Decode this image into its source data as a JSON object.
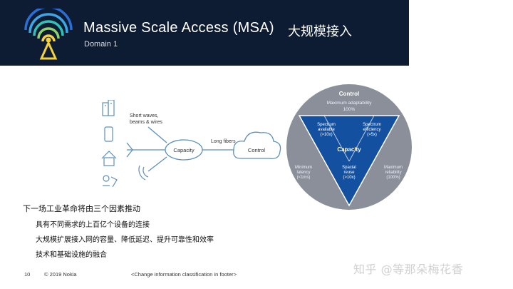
{
  "header": {
    "title": "Massive Scale Access (MSA)",
    "subtitle": "Domain 1",
    "cn_title": "大规模接入"
  },
  "left_diagram": {
    "short_waves": "Short waves,",
    "beams_wires": "beams & wires",
    "long_fibers": "Long fibers",
    "capacity": "Capacity",
    "control": "Control",
    "icons": [
      "buildings-icon",
      "phone-icon",
      "house-icon",
      "devices-icon",
      "wireless-waves-icon"
    ]
  },
  "right_diagram": {
    "control": "Control",
    "max_adapt": "Maximum adaptability",
    "max_adapt_val": "100%",
    "spectrum_avail": "Spectrum",
    "spectrum_avail2": "available",
    "spectrum_avail_val": "(>10x)",
    "spectrum_eff": "Spectrum",
    "spectrum_eff2": "efficiency",
    "spectrum_eff_val": "(>5x)",
    "capacity": "Capacity",
    "spatial": "Spacial",
    "reuse": "reuse",
    "reuse_val": "(>10x)",
    "min": "Minimum",
    "latency": "latency",
    "latency_val": "(<1ms)",
    "max": "Maximum",
    "reliability": "reliability",
    "reliability_val": "(100%)",
    "colors": {
      "circle": "#8a8f99",
      "triangle": "#1450a0"
    }
  },
  "content": {
    "heading": "下一场工业革命将由三个因素推动",
    "bullets": [
      "具有不同需求的上百亿个设备的连接",
      "大规模扩展接入网的容量、降低延迟、提升可靠性和效率",
      "技术和基础设施的融合"
    ]
  },
  "footer": {
    "page_number": "10",
    "copyright": "© 2019 Nokia",
    "classification": "<Change information classification in footer>"
  },
  "watermark": "知乎 @等那朵梅花香"
}
